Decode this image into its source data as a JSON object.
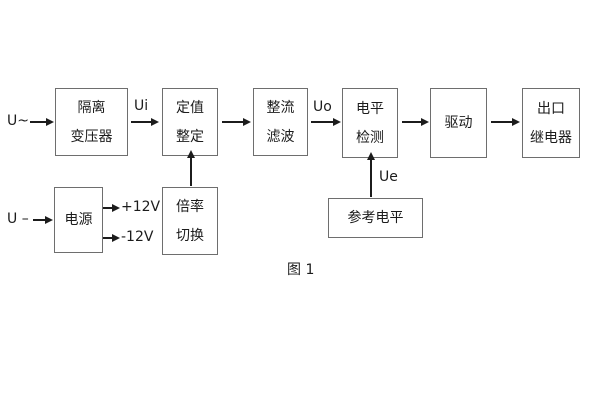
{
  "figure": {
    "caption": "图 1"
  },
  "inputs": {
    "ac_label": "U~",
    "dc_label": "U –"
  },
  "signal_labels": {
    "ui": "Ui",
    "uo": "Uo",
    "ue": "Ue",
    "plus_12v": "+12V",
    "minus_12v": "-12V"
  },
  "blocks": {
    "isolation_transformer": {
      "line1": "隔离",
      "line2": "变压器"
    },
    "setpoint_adjust": {
      "line1": "定值",
      "line2": "整定"
    },
    "rectifier_filter": {
      "line1": "整流",
      "line2": "滤波"
    },
    "level_detector": {
      "line1": "电平",
      "line2": "检测"
    },
    "driver": {
      "label": "驱动"
    },
    "output_relay": {
      "line1": "出口",
      "line2": "继电器"
    },
    "power_supply": {
      "label": "电源"
    },
    "multiplier_switch": {
      "line1": "倍率",
      "line2": "切换"
    },
    "reference_level": {
      "label": "参考电平"
    }
  },
  "colors": {
    "background": "#ffffff",
    "box_border": "#6e6e6e",
    "line": "#1c1c1c",
    "text": "#1c1c1c"
  }
}
